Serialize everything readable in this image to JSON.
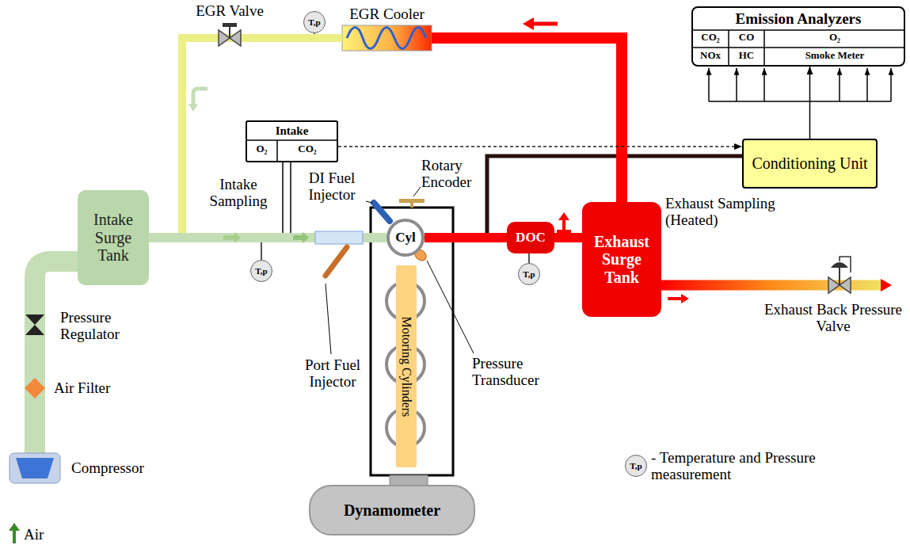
{
  "diagram": {
    "nodes": [
      {
        "text": [
          "EGR Cooler"
        ]
      },
      {
        "text": [
          "T,p"
        ]
      },
      {
        "text": [
          "Emission Analyzers"
        ]
      },
      {
        "text": [
          "Intake"
        ]
      },
      {
        "text": [
          "Conditioning Unit"
        ]
      },
      {
        "text": [
          "Intake Surge Tank"
        ]
      },
      {
        "text": [
          "Cyl"
        ]
      },
      {
        "text": [
          "DOC"
        ]
      },
      {
        "text": [
          "Exhaust Surge Tank"
        ]
      },
      {
        "text": [
          "T,p"
        ]
      },
      {
        "text": [
          "T,p"
        ]
      },
      {
        "text": [
          "Motoring Cylinders"
        ]
      },
      {
        "text": [
          "Dynamometer"
        ]
      },
      {
        "text": [
          "T,p"
        ]
      }
    ],
    "edges": [
      {
        "from": 0,
        "to": 6,
        "arrow": "none"
      },
      {
        "from": 6,
        "to": 4,
        "arrow": "none"
      },
      {
        "from": 5,
        "to": 6,
        "arrow": "none"
      },
      {
        "from": 6,
        "to": 7,
        "arrow": "none"
      },
      {
        "from": 7,
        "to": 8,
        "arrow": "none"
      },
      {
        "from": 8,
        "to": 0,
        "arrow": "none"
      },
      {
        "from": 3,
        "to": 4,
        "arrow": "to"
      },
      {
        "from": 4,
        "to": 2,
        "arrow": "to"
      }
    ],
    "labels": [
      "EGR Valve",
      "CO₂",
      "CO",
      "O₂",
      "NOx",
      "HC",
      "Smoke Meter",
      "O₂",
      "CO₂",
      "Intake Sampling",
      "DI Fuel Injector",
      "Rotary Encoder",
      "Exhaust Sampling (Heated)",
      "Pressure Regulator",
      "Exhaust Back Pressure Valve",
      "Air Filter",
      "Port Fuel Injector",
      "Pressure Transducer",
      "Compressor",
      "Air"
    ],
    "legend": [
      {
        "text": "- Temperature and Pressure measurement"
      }
    ]
  }
}
